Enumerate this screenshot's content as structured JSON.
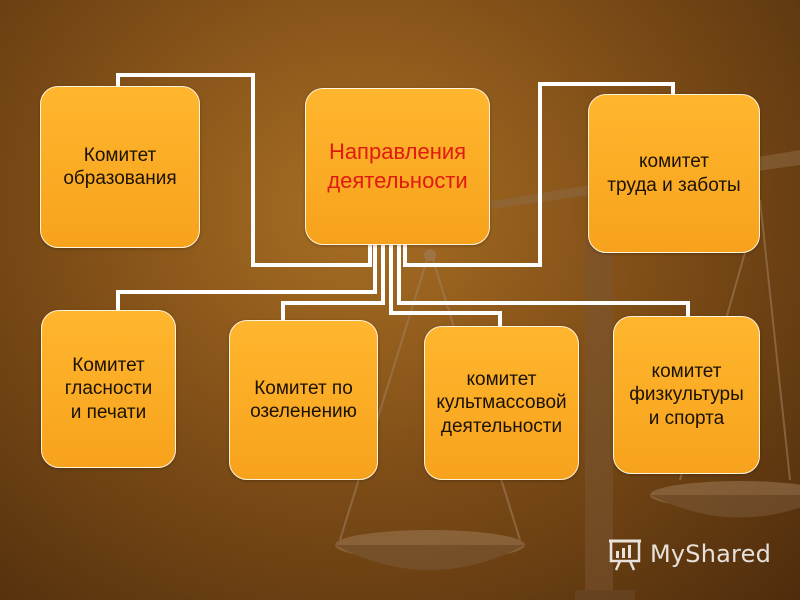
{
  "center": {
    "label": "Направления\nдеятельности"
  },
  "committees": [
    {
      "id": "education",
      "label": "Комитет\nобразования"
    },
    {
      "id": "labor-care",
      "label": "комитет\nтруда и заботы"
    },
    {
      "id": "publicity",
      "label": "Комитет\nгласности\nи печати"
    },
    {
      "id": "greening",
      "label": "Комитет по\nозеленению"
    },
    {
      "id": "culture",
      "label": "комитет\nкультмассовой\nдеятельности"
    },
    {
      "id": "sports",
      "label": "комитет\nфизкультуры\nи спорта"
    }
  ],
  "watermark": {
    "text": "MyShared",
    "icon": "presentation-board-icon"
  },
  "colors": {
    "box_fill": "#f7a21c",
    "connector": "#ffffff",
    "center_text": "#e01a10"
  }
}
